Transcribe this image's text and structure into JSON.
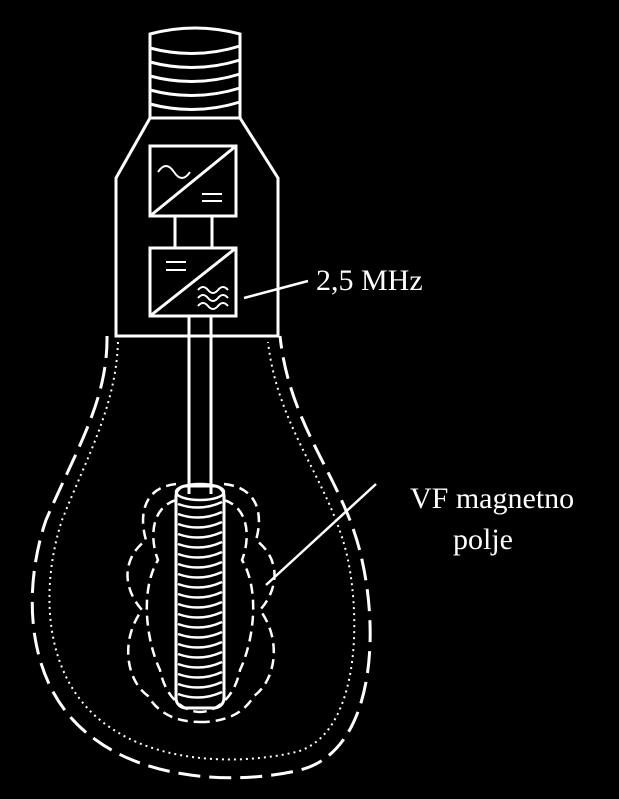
{
  "labels": {
    "frequency": "2,5 MHz",
    "field_line1": "VF magnetno",
    "field_line2": "polje"
  },
  "colors": {
    "background": "#000000",
    "stroke": "#ffffff"
  },
  "components": {
    "top_converter_icons": [
      "ac-wave-icon",
      "dc-equals-icon"
    ],
    "bottom_converter_icons": [
      "dc-equals-icon",
      "rf-wave-icon"
    ]
  }
}
